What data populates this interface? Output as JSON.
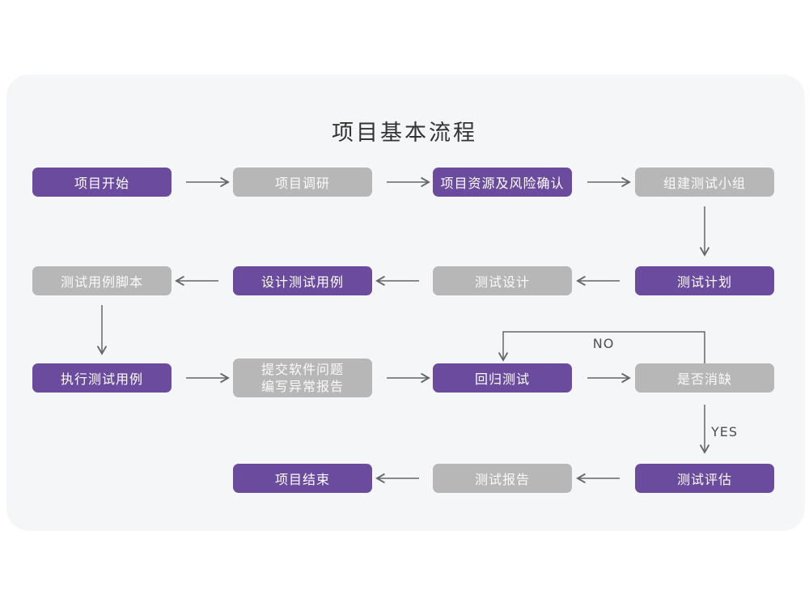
{
  "title": "项目基本流程",
  "colors": {
    "purple": "#6b4b9e",
    "gray": "#b7b7b7",
    "card_bg": "#f5f6f7",
    "line": "#666666"
  },
  "flow": {
    "nodes": [
      {
        "id": "project-start",
        "label": "项目开始",
        "type": "purple"
      },
      {
        "id": "project-research",
        "label": "项目调研",
        "type": "gray"
      },
      {
        "id": "resource-risk",
        "label": "项目资源及风险确认",
        "type": "purple"
      },
      {
        "id": "build-team",
        "label": "组建测试小组",
        "type": "gray"
      },
      {
        "id": "case-script",
        "label": "测试用例脚本",
        "type": "gray"
      },
      {
        "id": "design-case",
        "label": "设计测试用例",
        "type": "purple"
      },
      {
        "id": "test-design",
        "label": "测试设计",
        "type": "gray"
      },
      {
        "id": "test-plan",
        "label": "测试计划",
        "type": "purple"
      },
      {
        "id": "execute-case",
        "label": "执行测试用例",
        "type": "purple"
      },
      {
        "id": "submit-issue",
        "label": "提交软件问题\n编写异常报告",
        "type": "gray"
      },
      {
        "id": "regression-test",
        "label": "回归测试",
        "type": "purple"
      },
      {
        "id": "defect-check",
        "label": "是否消缺",
        "type": "gray"
      },
      {
        "id": "project-end",
        "label": "项目结束",
        "type": "purple"
      },
      {
        "id": "test-report",
        "label": "测试报告",
        "type": "gray"
      },
      {
        "id": "test-evaluate",
        "label": "测试评估",
        "type": "purple"
      }
    ],
    "edge_labels": {
      "no": "NO",
      "yes": "YES"
    }
  }
}
